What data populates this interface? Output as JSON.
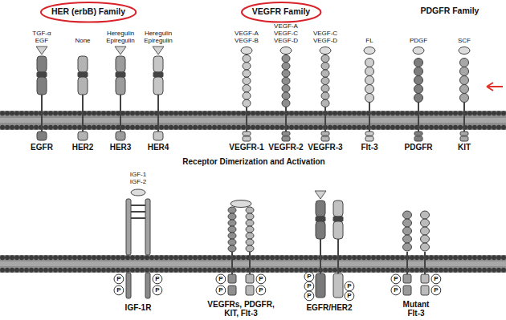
{
  "diagram": {
    "nodes": [
      {
        "text": [
          "HER (erbB) Family"
        ]
      },
      {
        "text": [
          "VEGFR Family"
        ]
      },
      {
        "text": [
          "P"
        ]
      },
      {
        "text": [
          "P"
        ]
      },
      {
        "text": [
          "P"
        ]
      },
      {
        "text": [
          "P"
        ]
      },
      {
        "text": [
          "P"
        ]
      },
      {
        "text": [
          "P"
        ]
      },
      {
        "text": [
          "P"
        ]
      },
      {
        "text": [
          "P"
        ]
      },
      {
        "text": [
          "P"
        ]
      },
      {
        "text": [
          "P"
        ]
      },
      {
        "text": [
          "P"
        ]
      },
      {
        "text": [
          "P"
        ]
      },
      {
        "text": [
          "P"
        ]
      },
      {
        "text": [
          "P"
        ]
      },
      {
        "text": [
          "P"
        ]
      },
      {
        "text": [
          "P"
        ]
      },
      {
        "text": [
          "P"
        ]
      }
    ],
    "labels": [
      "PDGFR Family",
      "TGF-α EGF",
      "None",
      "Heregulin Epiregulin",
      "Heregulin Epiregulin",
      "VEGF-A VEGF-B",
      "VEGF-A VEGF-C VEGF-D",
      "VEGF-C VEGF-D",
      "FL",
      "PDGF",
      "SCF",
      "EGFR",
      "HER2",
      "HER3",
      "HER4",
      "VEGFR-1",
      "VEGFR-2",
      "VEGFR-3",
      "Flt-3",
      "PDGFR",
      "KIT",
      "Receptor Dimerization and Activation",
      "IGF-1 IGF-2",
      "IGF-1R",
      "VEGFRs, PDGFR, KIT, Flt-3",
      "EGFR/HER2",
      "Mutant Flt-3"
    ]
  }
}
